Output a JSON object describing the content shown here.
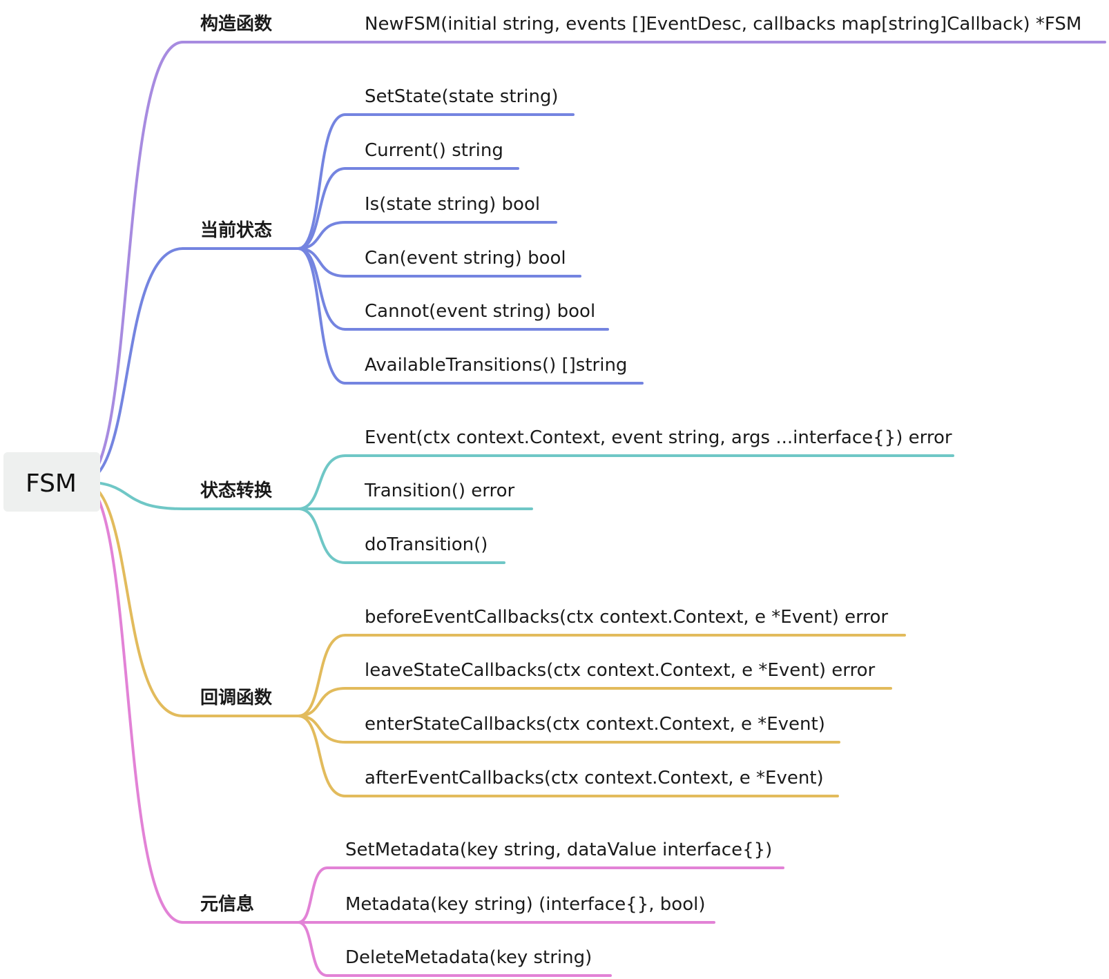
{
  "root": {
    "label": "FSM",
    "fill": "#eef0ef"
  },
  "branches": [
    {
      "label": "构造函数",
      "icon": "",
      "color": "#a78be0",
      "leaves": [
        "NewFSM(initial string, events []EventDesc, callbacks map[string]Callback) *FSM"
      ]
    },
    {
      "label": "当前状态",
      "color": "#7484e0",
      "leaves": [
        "SetState(state string)",
        "Current() string",
        "Is(state string) bool",
        "Can(event string) bool",
        "Cannot(event string) bool",
        "AvailableTransitions() []string"
      ]
    },
    {
      "label": "状态转换",
      "color": "#6fc7c6",
      "leaves": [
        "Event(ctx context.Context, event string, args ...interface{}) error",
        "Transition() error",
        "doTransition()"
      ]
    },
    {
      "label": "回调函数",
      "color": "#e2bb5c",
      "leaves": [
        "beforeEventCallbacks(ctx context.Context, e *Event) error",
        "leaveStateCallbacks(ctx context.Context, e *Event) error",
        "enterStateCallbacks(ctx context.Context, e *Event)",
        "afterEventCallbacks(ctx context.Context, e *Event)"
      ]
    },
    {
      "label": "元信息",
      "color": "#e282d6",
      "leaves": [
        "SetMetadata(key string, dataValue interface{})",
        "Metadata(key string) (interface{}, bool)",
        "DeleteMetadata(key string)"
      ]
    }
  ]
}
